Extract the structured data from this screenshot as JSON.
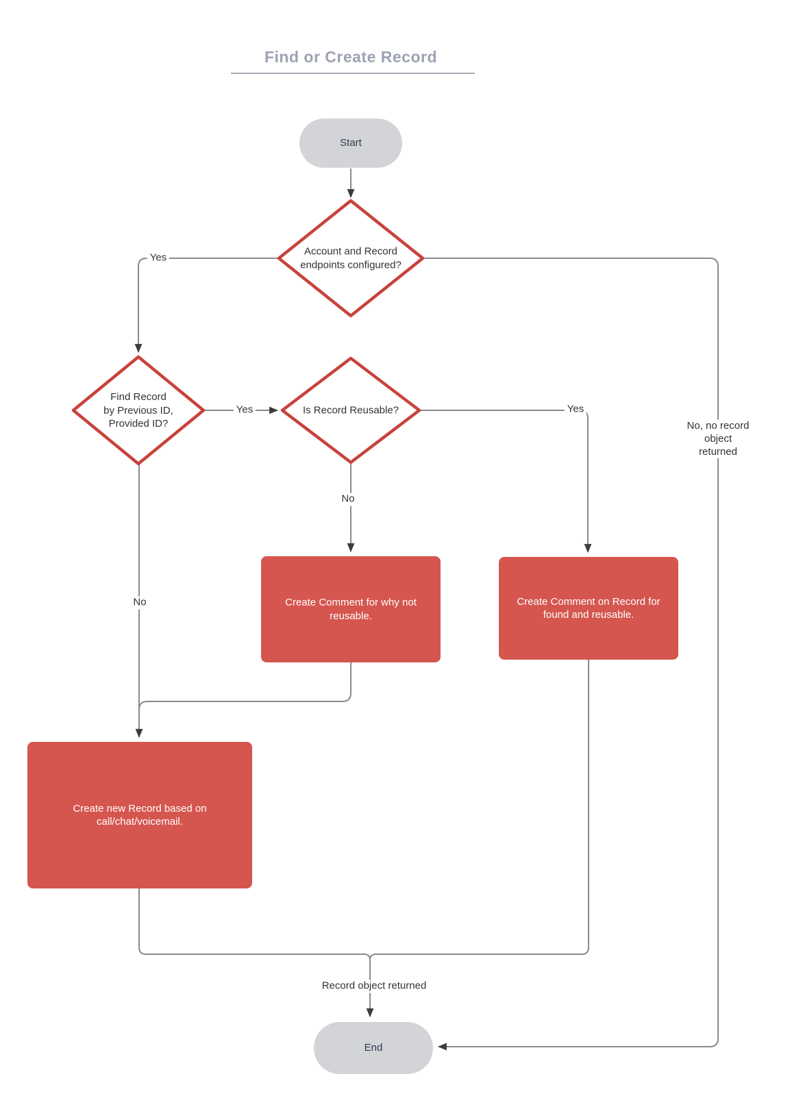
{
  "title": {
    "text": "Find or Create Record"
  },
  "nodes": {
    "start": {
      "label": "Start",
      "type": "terminator"
    },
    "decision_endpoints": {
      "label": "Account and Record\nendpoints configured?",
      "type": "decision"
    },
    "decision_find_record": {
      "label": "Find Record\nby Previous ID,\nProvided ID?",
      "type": "decision"
    },
    "decision_reusable": {
      "label": "Is Record Reusable?",
      "type": "decision"
    },
    "process_comment_not_reusable": {
      "label": "Create Comment for why not\nreusable.",
      "type": "process"
    },
    "process_comment_found_reusable": {
      "label": "Create Comment on Record for\nfound and reusable.",
      "type": "process"
    },
    "process_create_record": {
      "label": "Create new Record based on\ncall/chat/voicemail.",
      "type": "process"
    },
    "end": {
      "label": "End",
      "type": "terminator"
    }
  },
  "edge_labels": {
    "yes_endpoints": "Yes",
    "yes_find_record": "Yes",
    "yes_reusable": "Yes",
    "no_reusable": "No",
    "no_find_record": "No",
    "no_record_object": "No, no record\nobject returned",
    "record_object_returned": "Record object returned"
  },
  "colors": {
    "process_fill": "#d5564f",
    "diamond_stroke": "#c8423a",
    "diamond_fill": "#ffffff",
    "terminator_fill": "#d2d4d7",
    "connector": "#8a8a8a",
    "arrowhead": "#3b3b3b",
    "title_text": "#9ca3b2",
    "label_text": "#333333"
  }
}
